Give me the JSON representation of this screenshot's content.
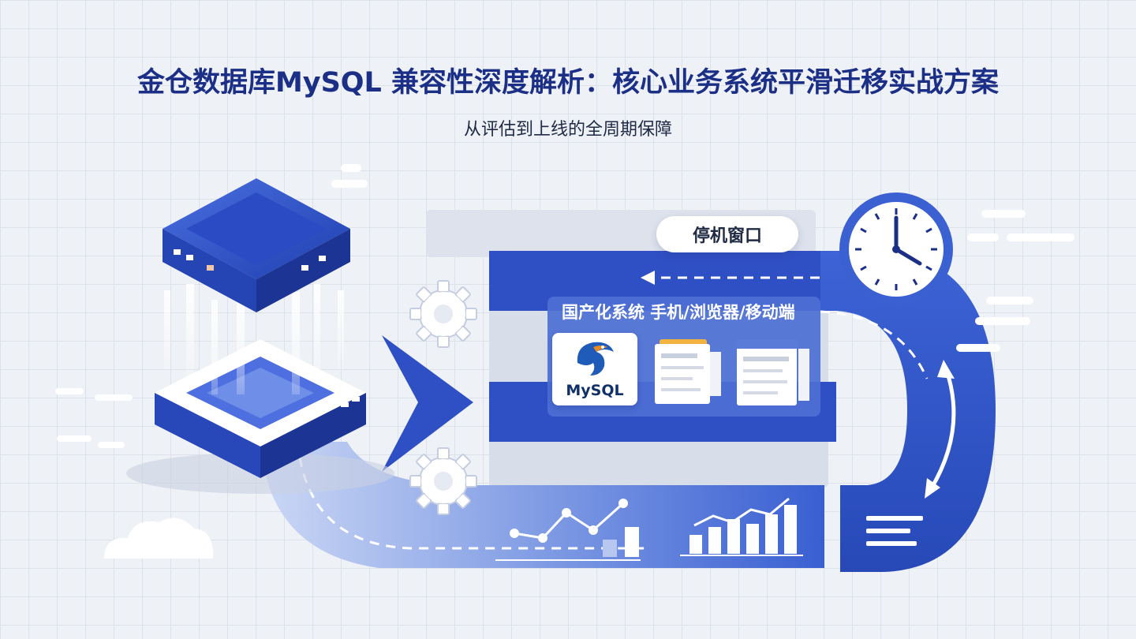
{
  "header": {
    "title": "金仓数据库MySQL 兼容性深度解析：核心业务系统平滑迁移实战方案",
    "subtitle": "从评估到上线的全周期保障"
  },
  "illustration": {
    "bubble_label": "停机窗口",
    "panel_title": "国产化系统  手机/浏览器/移动端",
    "mysql_label": "MySQL",
    "icons": [
      "server-icon",
      "gear-icon",
      "clock-icon",
      "line-chart-icon",
      "bar-chart-icon",
      "cloud-icon",
      "document-icon"
    ]
  },
  "colors": {
    "primary": "#2f4fc4",
    "dark_blue": "#1c2f86",
    "light_blue": "#6f8ee0",
    "background": "#eef1f6"
  }
}
